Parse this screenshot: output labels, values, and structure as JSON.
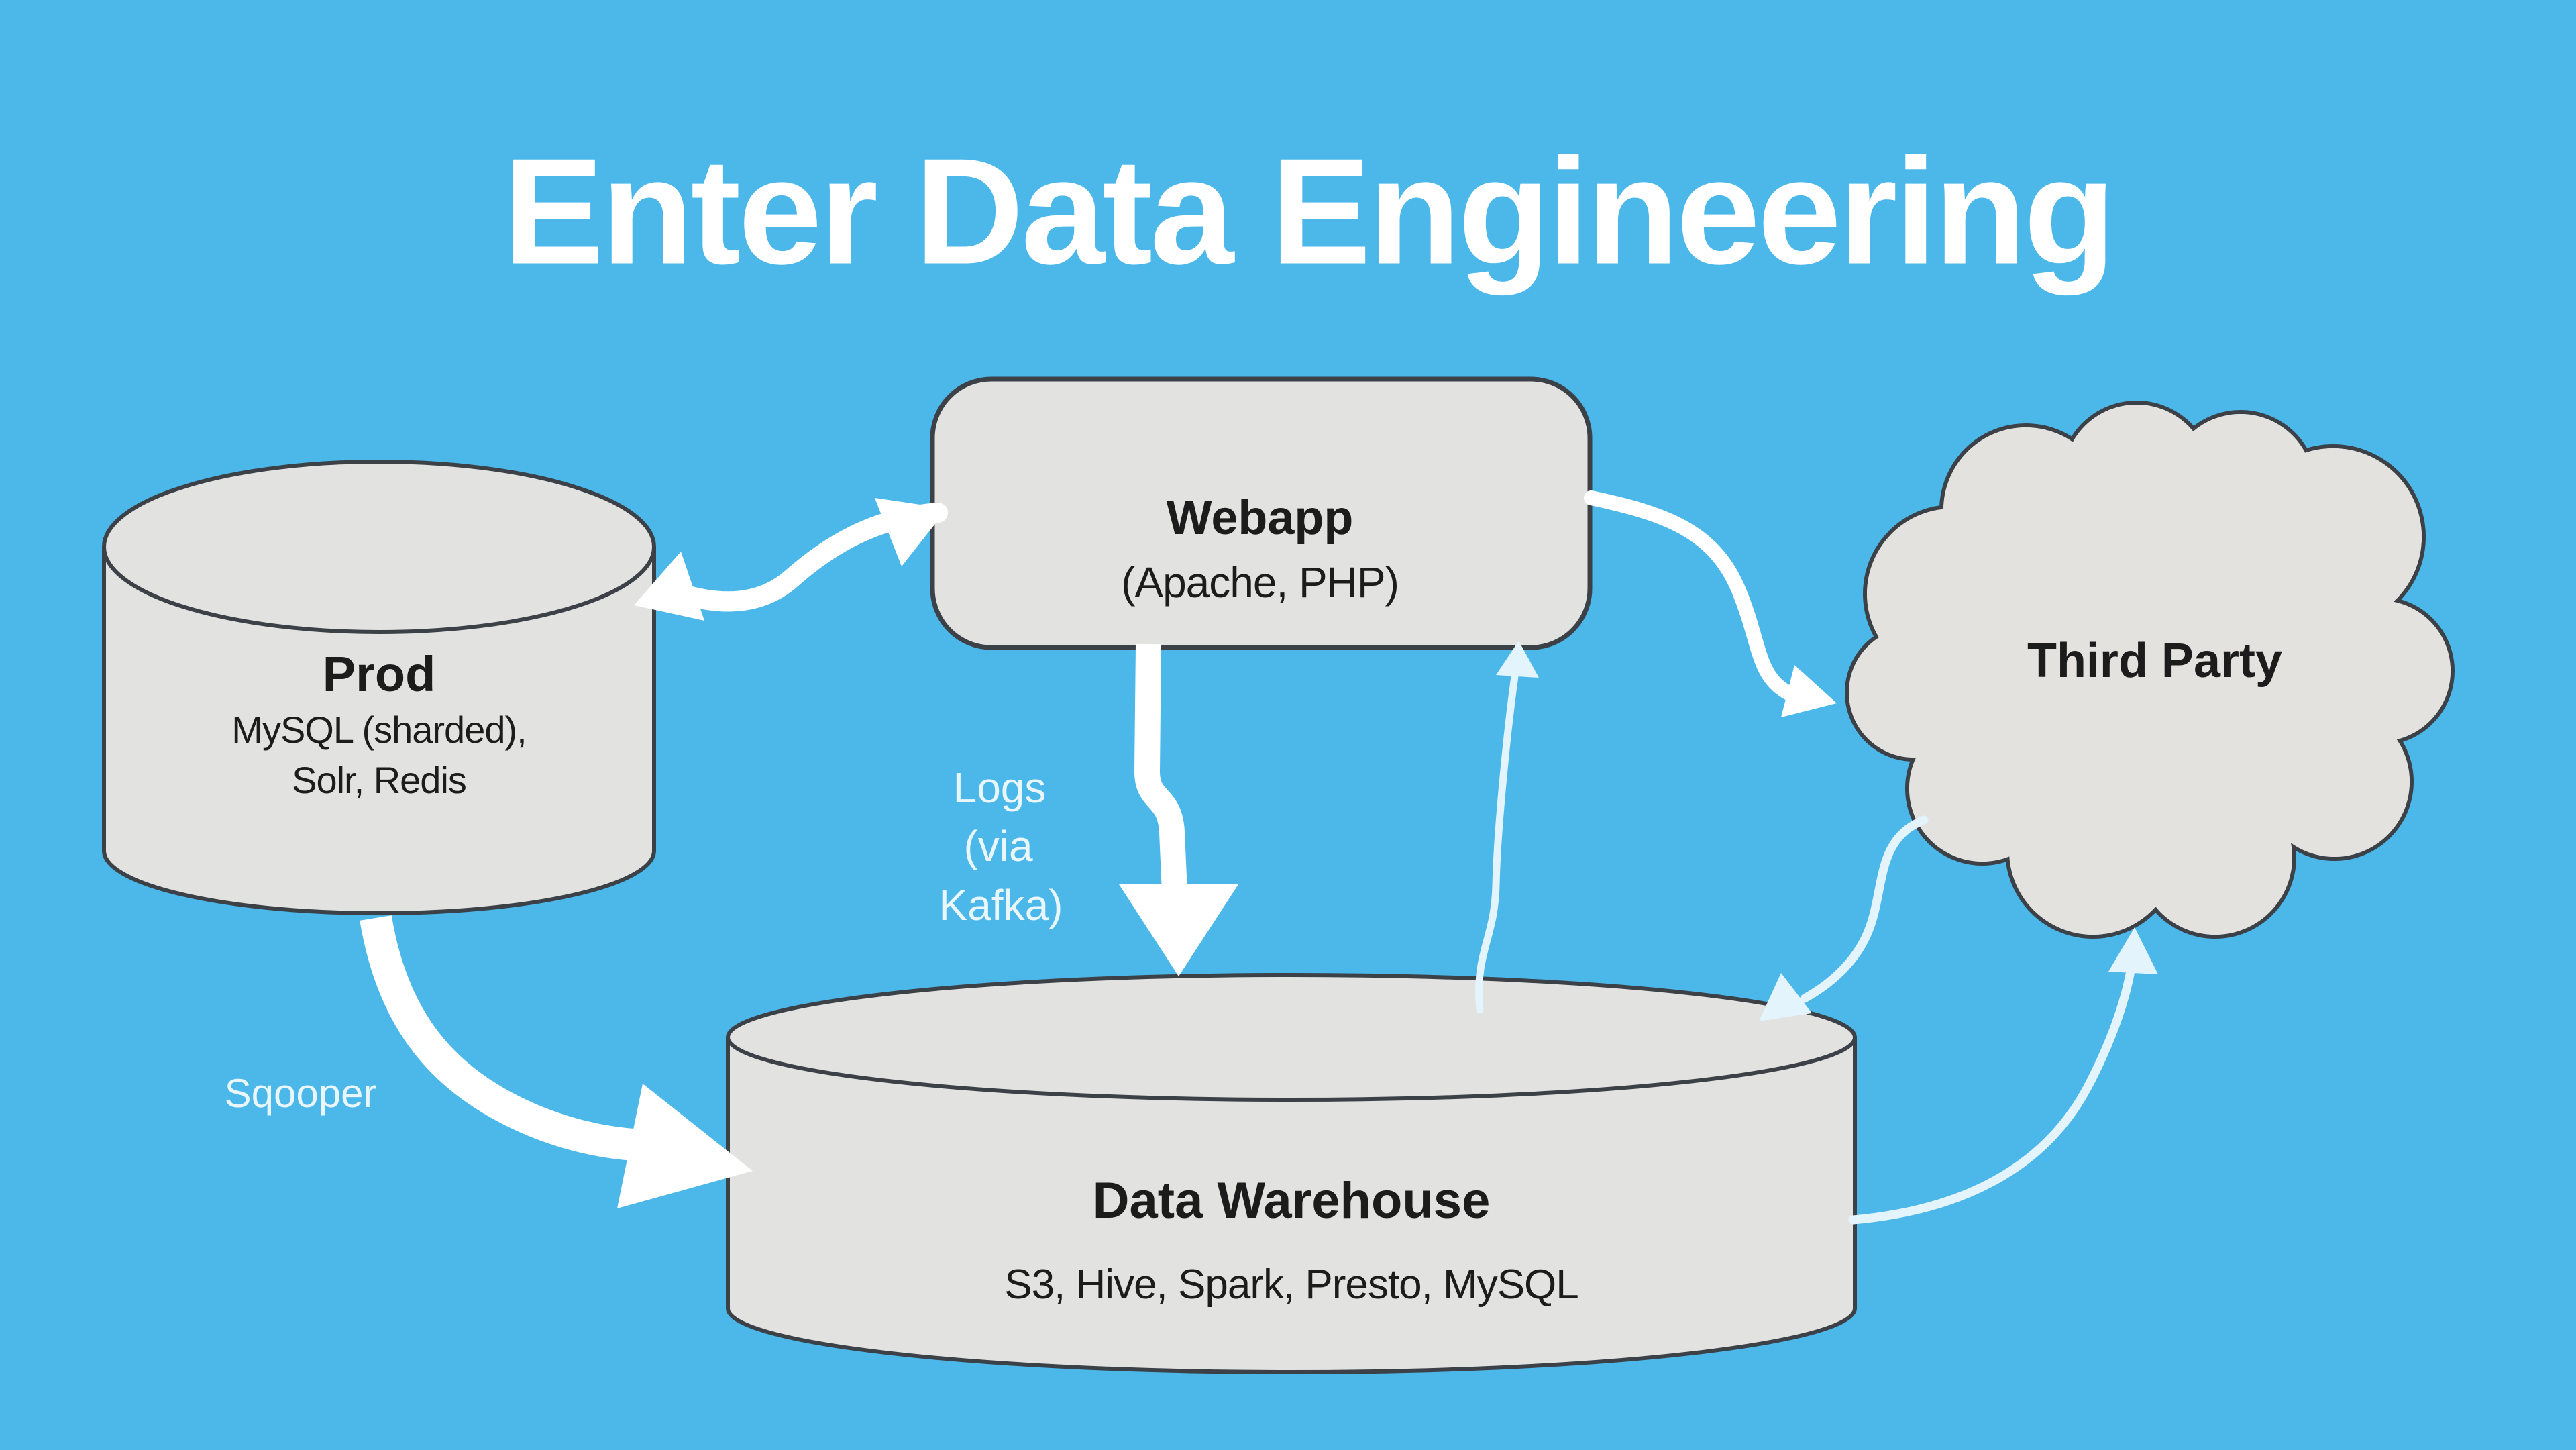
{
  "slide": {
    "title": "Enter Data Engineering"
  },
  "colors": {
    "background": "#4BB8E9",
    "node_fill": "#E2E2E0",
    "cloud_fill": "#E3E2DF",
    "node_outline": "#3C4148",
    "node_text": "#1C1C1C",
    "arrow_thick": "#FFFFFF",
    "arrow_thin": "#E3F4FC",
    "title_text": "#FFFFFF"
  },
  "nodes": {
    "prod": {
      "shape": "cylinder",
      "title": "Prod",
      "subtitle_line1": "MySQL (sharded),",
      "subtitle_line2": "Solr, Redis"
    },
    "webapp": {
      "shape": "rounded-rect",
      "title": "Webapp",
      "subtitle": "(Apache, PHP)"
    },
    "third_party": {
      "shape": "cloud",
      "title": "Third Party"
    },
    "data_warehouse": {
      "shape": "cylinder",
      "title": "Data Warehouse",
      "subtitle": "S3, Hive, Spark, Presto, MySQL"
    }
  },
  "edge_labels": {
    "logs_line1": "Logs",
    "logs_line2": "(via",
    "logs_line3": "Kafka)",
    "sqooper": "Sqooper"
  },
  "edges": [
    {
      "from": "Prod",
      "to": "Webapp",
      "style": "bidirectional-thick-white"
    },
    {
      "from": "Webapp",
      "to": "Third Party",
      "style": "one-way-white"
    },
    {
      "from": "Webapp",
      "to": "Data Warehouse",
      "label": "Logs (via Kafka)",
      "style": "one-way-thick-white"
    },
    {
      "from": "Data Warehouse",
      "to": "Webapp",
      "style": "one-way-thin-light"
    },
    {
      "from": "Prod",
      "to": "Data Warehouse",
      "label": "Sqooper",
      "style": "one-way-thick-white"
    },
    {
      "from": "Third Party",
      "to": "Data Warehouse",
      "style": "one-way-thin-light"
    },
    {
      "from": "Data Warehouse",
      "to": "Third Party",
      "style": "one-way-thin-light"
    }
  ]
}
